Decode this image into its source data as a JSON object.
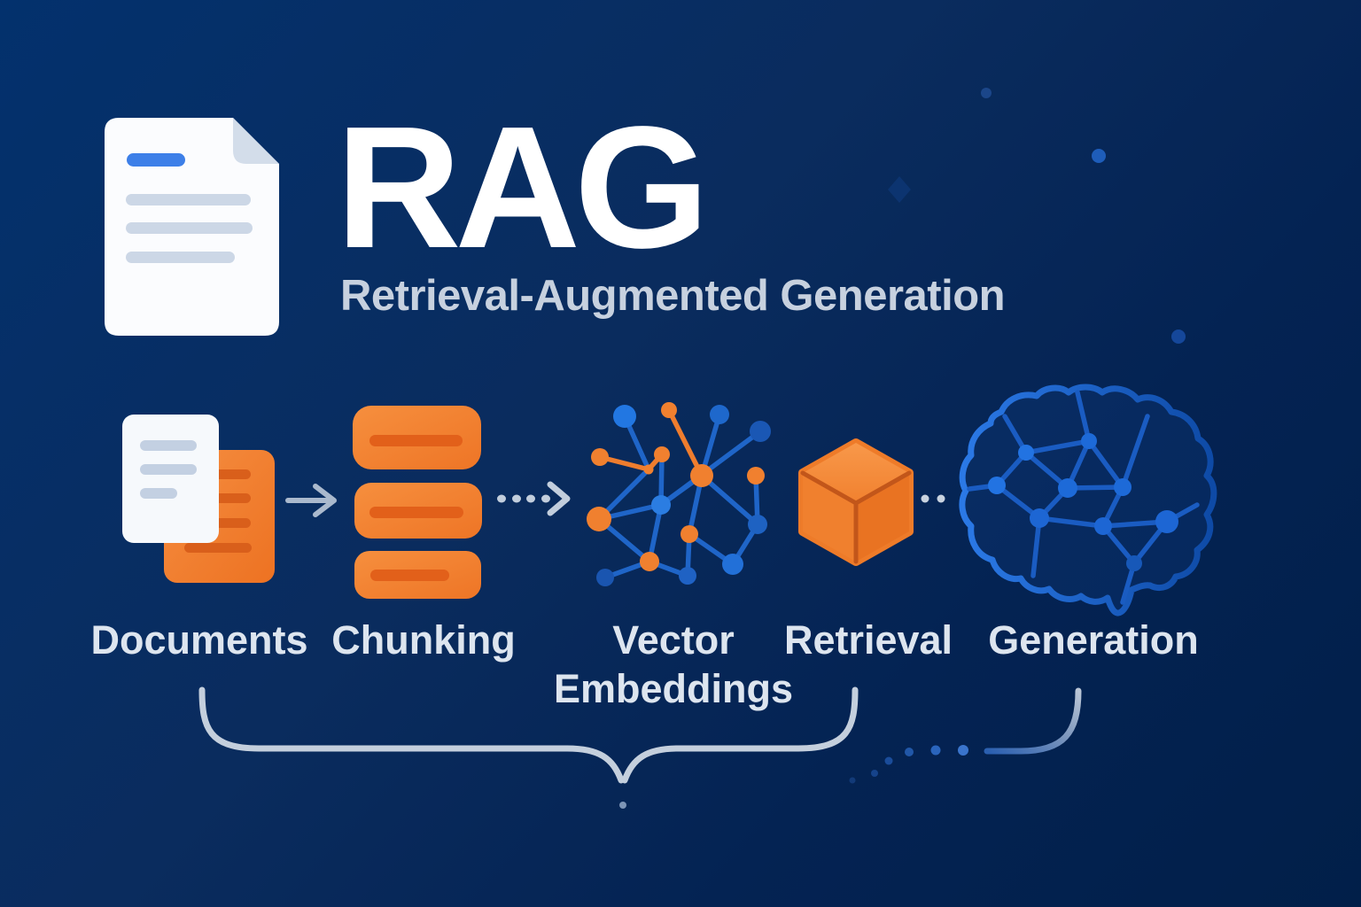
{
  "header": {
    "title": "RAG",
    "subtitle": "Retrieval-Augmented Generation",
    "icon": "document-icon"
  },
  "pipeline": {
    "stages": [
      {
        "id": "documents",
        "label": "Documents",
        "icon": "documents-icon"
      },
      {
        "id": "chunking",
        "label": "Chunking",
        "icon": "chunking-icon"
      },
      {
        "id": "vector-embeddings",
        "label": "Vector Embeddings",
        "icon": "vector-embeddings-icon"
      },
      {
        "id": "retrieval",
        "label": "Retrieval",
        "icon": "retrieval-cube-icon"
      },
      {
        "id": "generation",
        "label": "Generation",
        "icon": "generation-brain-icon"
      }
    ],
    "connectors": [
      {
        "from": "documents",
        "to": "chunking",
        "style": "solid-arrow"
      },
      {
        "from": "chunking",
        "to": "vector-embeddings",
        "style": "dotted-arrow"
      },
      {
        "from": "retrieval",
        "to": "generation",
        "style": "dotted-gap"
      }
    ],
    "grouping": {
      "style": "curly-brace",
      "spans_from": "documents",
      "spans_to": "retrieval",
      "fragment_under": "generation"
    }
  },
  "colors": {
    "background_top": "#03316d",
    "background_bottom": "#011f49",
    "orange": "#f0802e",
    "orange_dark": "#d95f1b",
    "blue_node": "#2273e2",
    "blue_dark": "#16479a",
    "arrow_gray": "#b6c2d4",
    "brace_gray": "#c4cfdd",
    "text_light": "#dde5ef",
    "text_muted": "#c7d1df",
    "title_white": "#ffffff"
  }
}
